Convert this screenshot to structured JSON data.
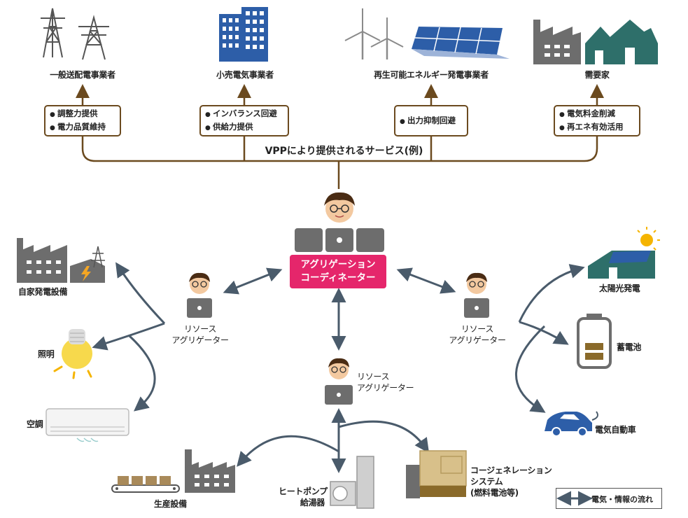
{
  "top": {
    "entities": [
      {
        "id": "tso",
        "label": "一般送配電事業者"
      },
      {
        "id": "retail",
        "label": "小売電気事業者"
      },
      {
        "id": "renewable",
        "label": "再生可能エネルギー発電事業者"
      },
      {
        "id": "consumer",
        "label": "需要家"
      }
    ],
    "services": [
      {
        "items": [
          "調整力提供",
          "電力品質維持"
        ]
      },
      {
        "items": [
          "インバランス回避",
          "供給力提供"
        ]
      },
      {
        "items": [
          "出力抑制回避"
        ]
      },
      {
        "items": [
          "電気料金削減",
          "再エネ有効活用"
        ]
      }
    ],
    "vpp_label": "VPPにより提供されるサービス(例)"
  },
  "coordinator": {
    "line1": "アグリゲーション",
    "line2": "コーディネーター"
  },
  "aggregator": {
    "line1": "リソース",
    "line2": "アグリゲーター"
  },
  "left_resources": [
    "自家発電設備",
    "照明",
    "空調"
  ],
  "right_resources": [
    "太陽光発電",
    "蓄電池",
    "電気自動車"
  ],
  "bottom_resources": {
    "production": "生産設備",
    "heatpump_line1": "ヒートポンプ",
    "heatpump_line2": "給湯器",
    "cogen_line1": "コージェネレーション",
    "cogen_line2": "システム",
    "cogen_line3": "(燃料電池等)"
  },
  "legend": "電気・情報の流れ",
  "colors": {
    "brown": "#6b4a1f",
    "arrow": "#4a5b6b",
    "pink": "#e5266b",
    "blue": "#2d5ea8",
    "teal": "#2e6f6a",
    "gray": "#6d6d6d"
  }
}
